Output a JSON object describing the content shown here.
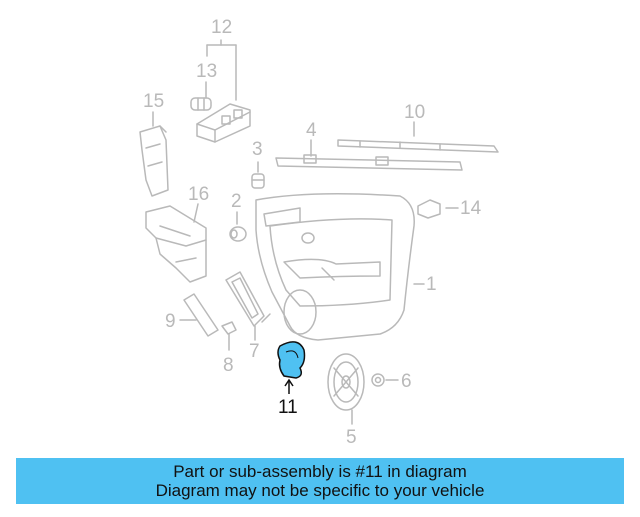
{
  "diagram": {
    "callouts": {
      "c1": "1",
      "c2": "2",
      "c3": "3",
      "c4": "4",
      "c5": "5",
      "c6": "6",
      "c7": "7",
      "c8": "8",
      "c9": "9",
      "c10": "10",
      "c11": "11",
      "c12": "12",
      "c13": "13",
      "c14": "14",
      "c15": "15",
      "c16": "16"
    },
    "highlighted_part": "11",
    "colors": {
      "part_line": "#b9b9b9",
      "highlight_fill": "#4fc1f2",
      "highlight_line": "#111111",
      "banner_bg": "#4fc1f2"
    }
  },
  "banner": {
    "line1": "Part or sub-assembly is #11 in diagram",
    "line2": "Diagram may not be specific to your vehicle"
  }
}
